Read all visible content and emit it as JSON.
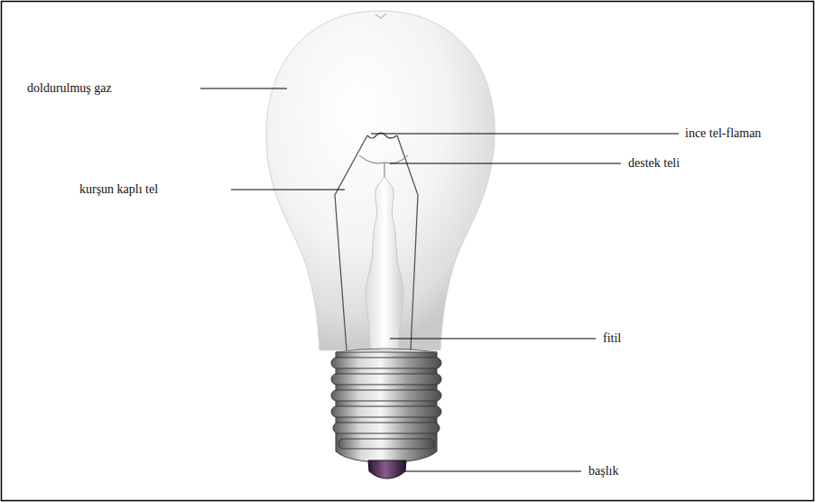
{
  "diagram": {
    "labels": [
      "doldurulmuş gaz",
      "ince tel-flaman",
      "destek teli",
      "kurşun kaplı tel",
      "fitil",
      "başlık"
    ]
  }
}
